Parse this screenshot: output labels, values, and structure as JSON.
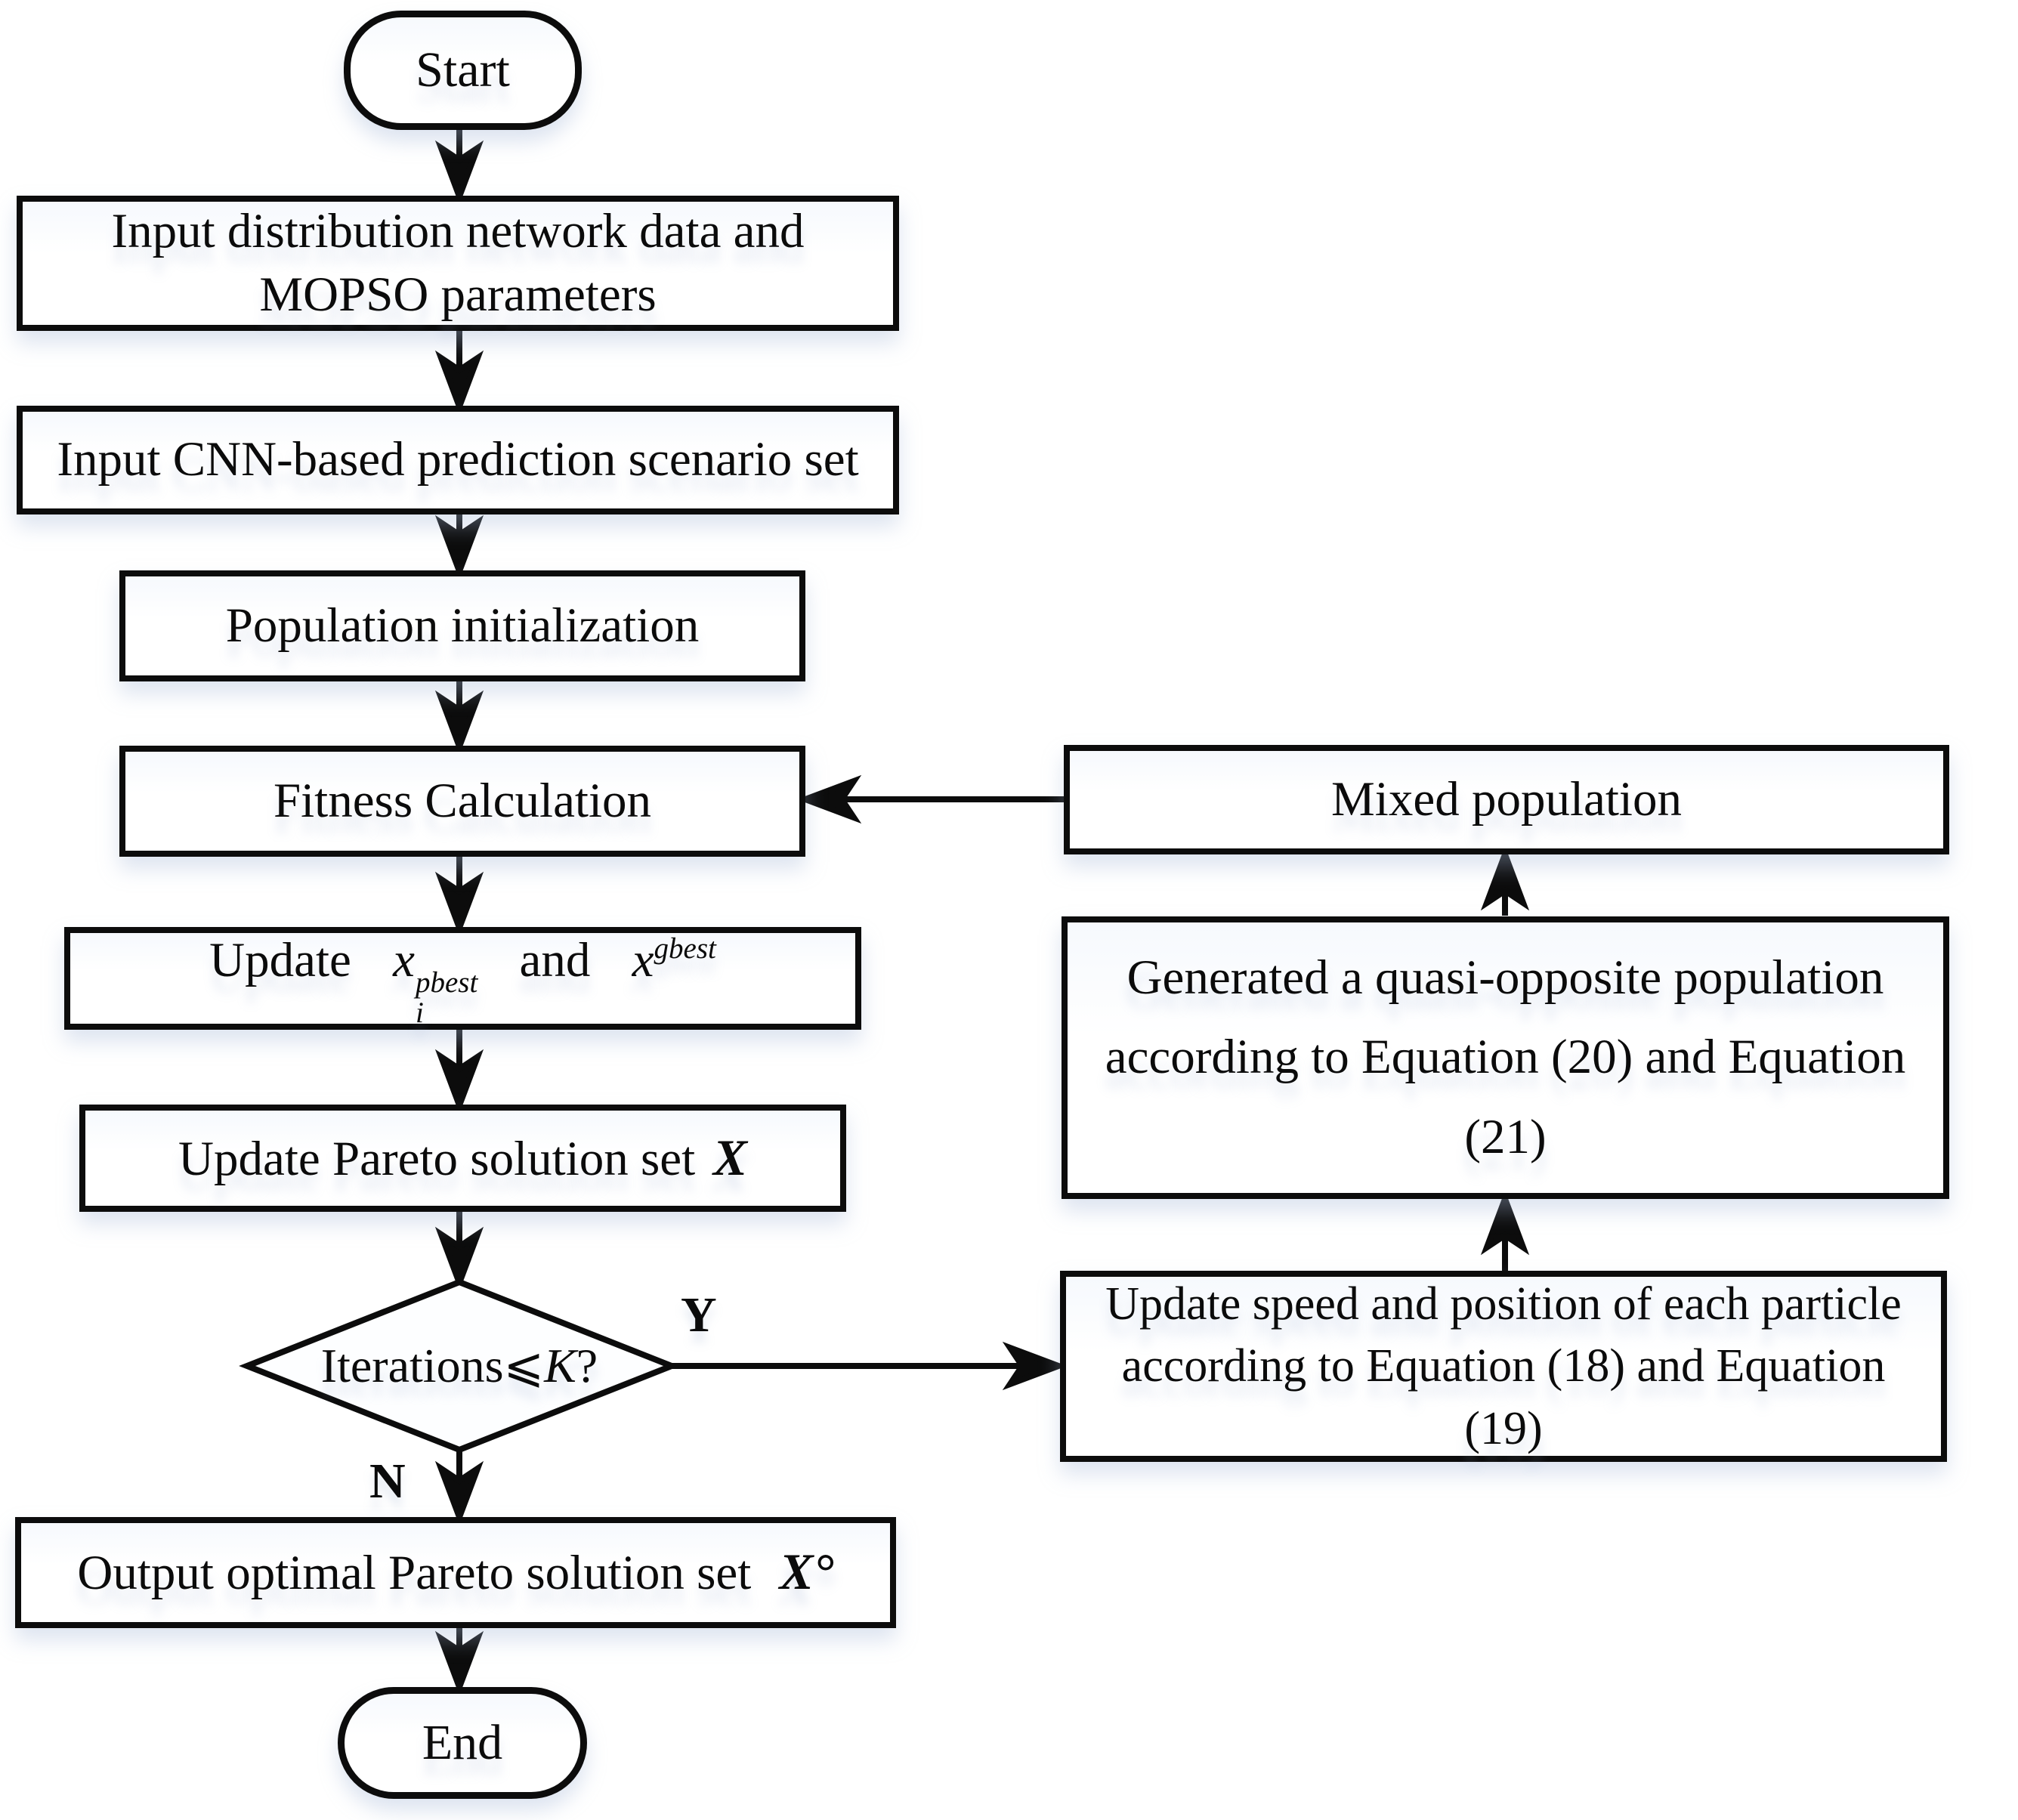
{
  "flowchart": {
    "start": {
      "label": "Start"
    },
    "end": {
      "label": "End"
    },
    "boxes": {
      "input_data": {
        "line1": "Input distribution network data and",
        "line2": "MOPSO parameters"
      },
      "input_cnn": {
        "label": "Input CNN-based prediction scenario set"
      },
      "population_init": {
        "label": "Population initialization"
      },
      "fitness_calc": {
        "label": "Fitness Calculation"
      },
      "update_best": {
        "prefix": "Update",
        "var1_base": "x",
        "var1_sup": "pbest",
        "var1_sub": "i",
        "conjunction": "and",
        "var2_base": "x",
        "var2_sup": "gbest"
      },
      "update_pareto": {
        "text": "Update Pareto solution set",
        "var": "X"
      },
      "output": {
        "text": "Output optimal Pareto solution set",
        "var": "X°"
      },
      "mixed_population": {
        "label": "Mixed population"
      },
      "quasi_opposite": {
        "line1": "Generated a quasi-opposite population",
        "line2": "according to Equation (20) and Equation",
        "line3": "(21)"
      },
      "update_speed": {
        "line1": "Update speed and position of each particle",
        "line2": "according to Equation (18) and Equation",
        "line3": "(19)"
      }
    },
    "decision": {
      "text": "Iterations",
      "operator": "⩽",
      "var": "K",
      "suffix": "?"
    },
    "branch_labels": {
      "yes": "Y",
      "no": "N"
    },
    "colors": {
      "line": "#0c0c0c",
      "text": "#0b0b0b",
      "box_fill_top": "#f6f9fd",
      "box_fill": "#ffffff",
      "background": "#ffffff",
      "shadow": "#a5b9d7"
    }
  }
}
